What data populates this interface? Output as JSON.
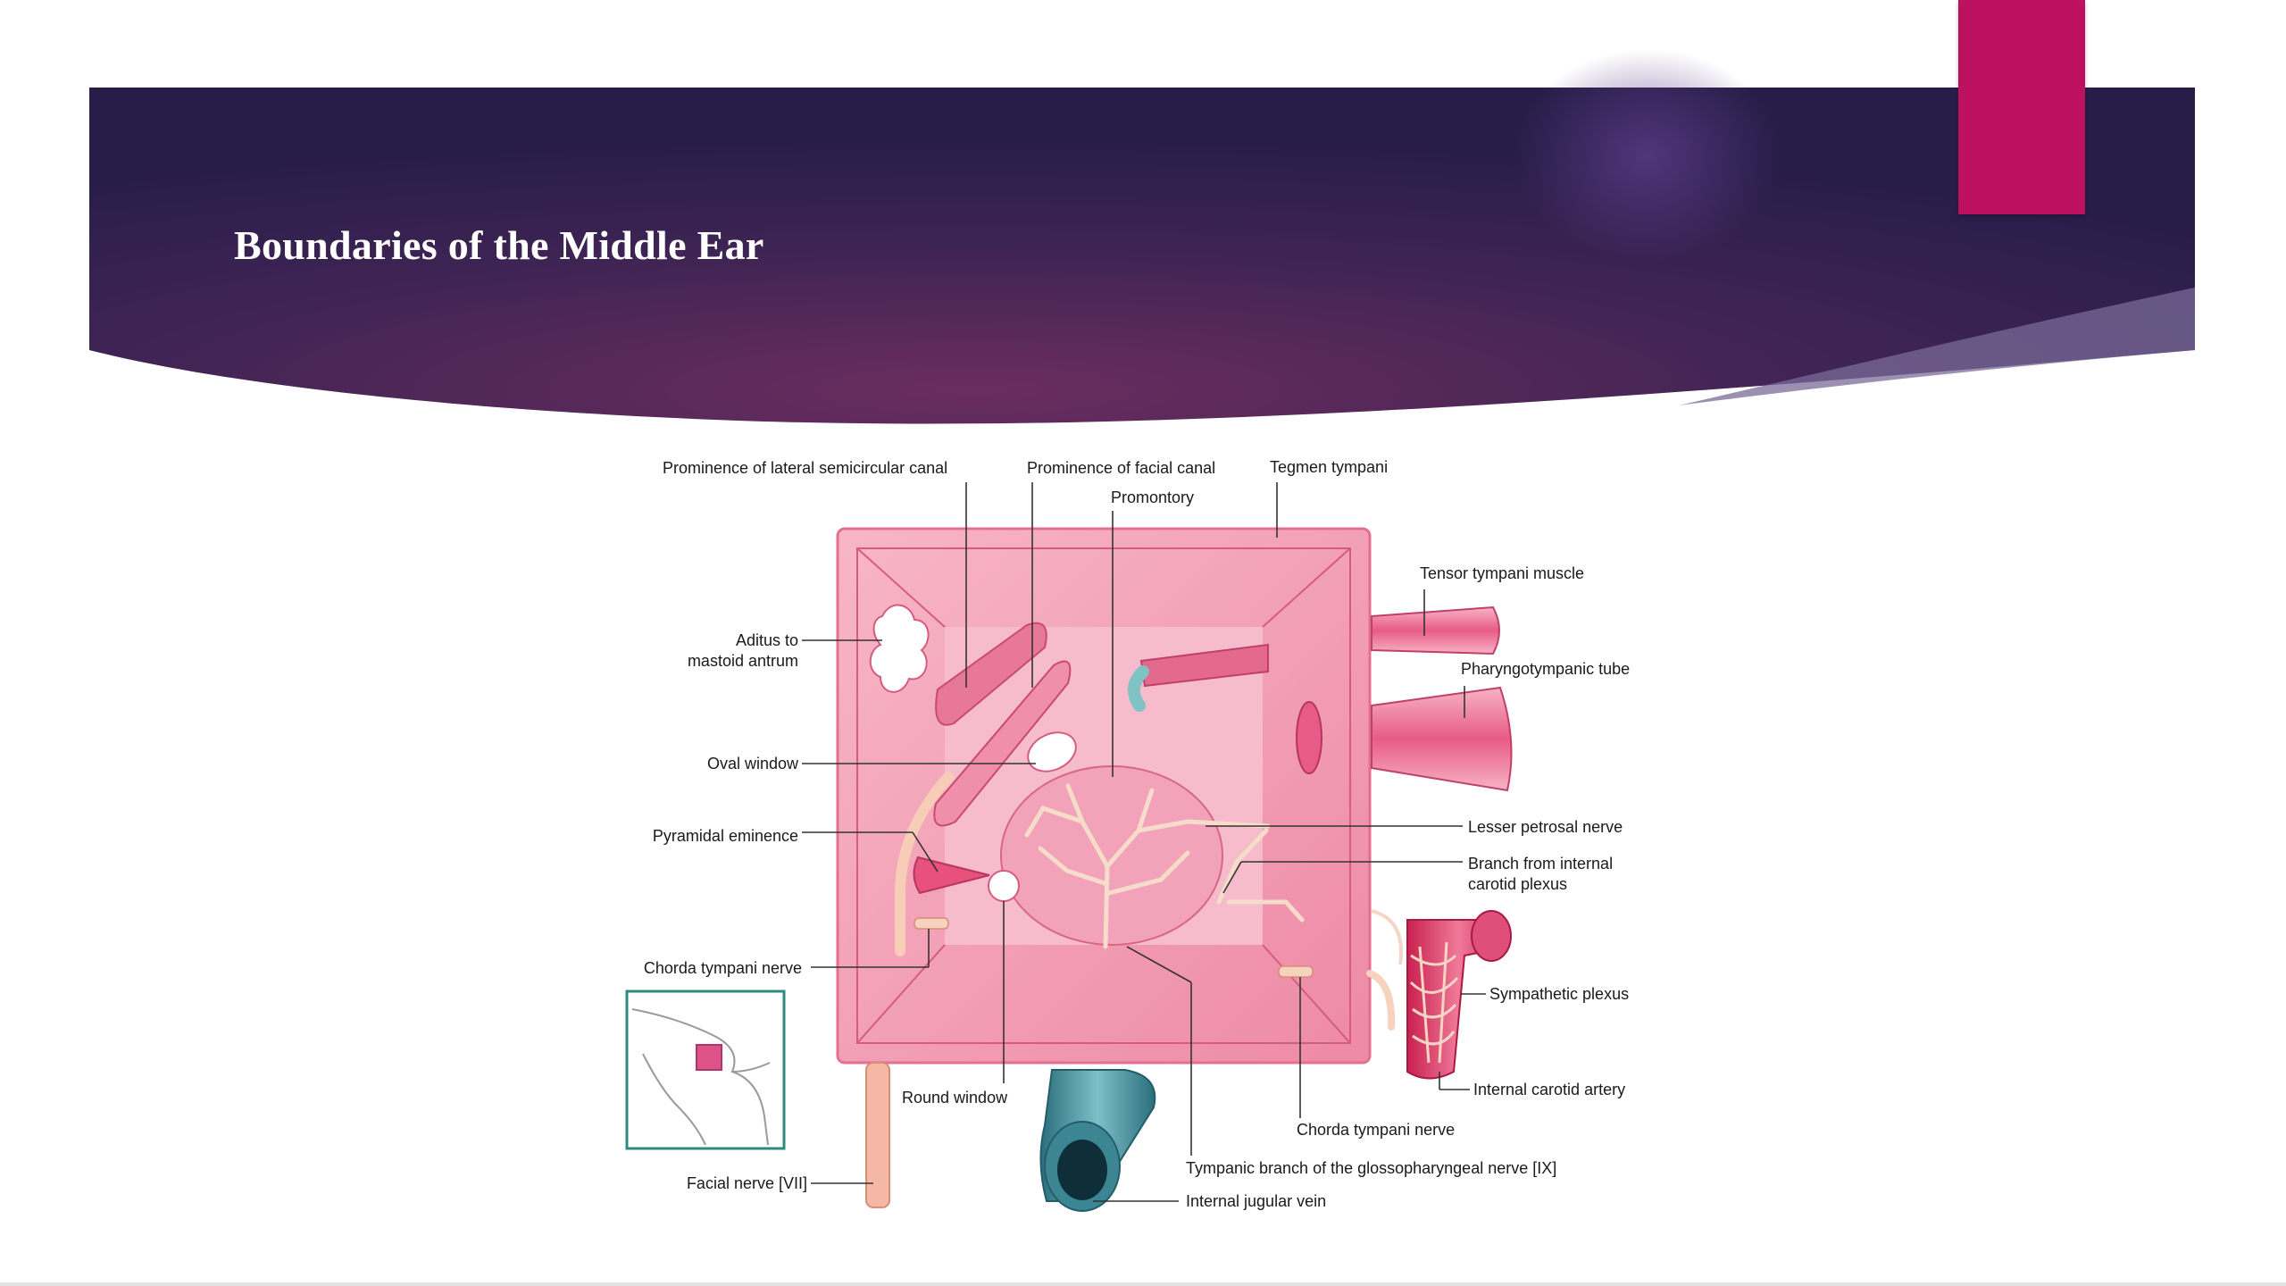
{
  "slide": {
    "title": "Boundaries of the Middle Ear"
  },
  "colors": {
    "banner_dark": "#2a1e4c",
    "banner_mid": "#5a2a5c",
    "accent": "#bc1160",
    "tissue_pink": "#f2a2b8",
    "tissue_light": "#f9cfda",
    "vein_teal": "#3f8a98",
    "nerve_cream": "#f6d3bf"
  },
  "figure": {
    "labels": {
      "prominence_lateral_semicircular": "Prominence of lateral semicircular canal",
      "prominence_facial_canal": "Prominence of facial canal",
      "tegmen_tympani": "Tegmen tympani",
      "promontory": "Promontory",
      "tensor_tympani": "Tensor tympani muscle",
      "aditus_line1": "Aditus to",
      "aditus_line2": "mastoid antrum",
      "pharyngotympanic_tube": "Pharyngotympanic tube",
      "oval_window": "Oval window",
      "lesser_petrosal": "Lesser petrosal nerve",
      "pyramidal_eminence": "Pyramidal eminence",
      "branch_internal_line1": "Branch from internal",
      "branch_internal_line2": "carotid plexus",
      "chorda_tympani_left": "Chorda tympani nerve",
      "sympathetic_plexus": "Sympathetic plexus",
      "round_window": "Round window",
      "internal_carotid": "Internal carotid artery",
      "chorda_tympani_bottom": "Chorda tympani nerve",
      "tympanic_branch": "Tympanic branch of the glossopharyngeal nerve [IX]",
      "facial_nerve": "Facial nerve [VII]",
      "internal_jugular": "Internal jugular vein"
    }
  }
}
